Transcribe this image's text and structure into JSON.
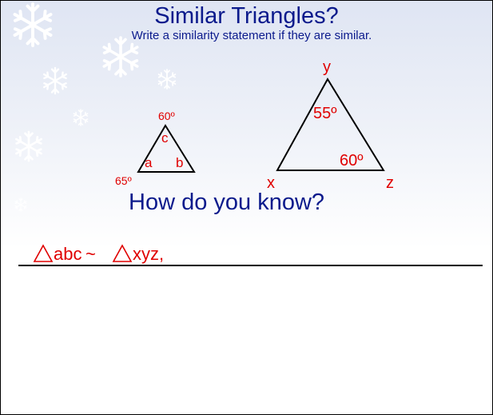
{
  "slide": {
    "title": "Similar Triangles?",
    "subtitle": "Write a similarity statement if they are similar.",
    "question": "How do you know?",
    "statement": {
      "left_name": "abc",
      "relation": "~",
      "right_name": "xyz,"
    }
  },
  "small_triangle": {
    "angle_top": "60º",
    "angle_bottom_left": "65º",
    "vertex_top": "c",
    "vertex_left": "a",
    "vertex_right": "b"
  },
  "large_triangle": {
    "vertex_top": "y",
    "vertex_left": "x",
    "vertex_right": "z",
    "angle_top": "55º",
    "angle_right": "60º"
  },
  "colors": {
    "title": "#0b1a8c",
    "labels": "#e00000",
    "lines": "#000000"
  },
  "icons": [
    "snowflake-icon",
    "triangle-icon"
  ]
}
